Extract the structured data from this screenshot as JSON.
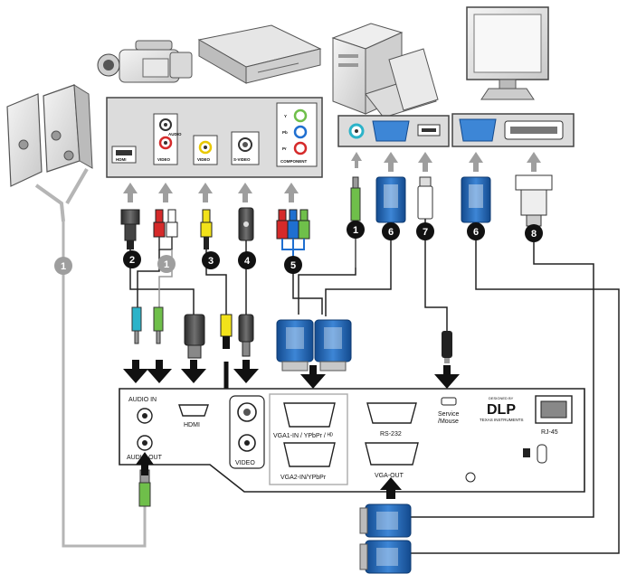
{
  "source_panel": {
    "hdmi": "HDMI",
    "video": "VIDEO",
    "audio": "AUDIO",
    "video2": "VIDEO",
    "svideo": "S-VIDEO",
    "component": "COMPONENT",
    "y": "Y",
    "pb": "Pb",
    "pr": "Pr"
  },
  "projector": {
    "audio_in": "AUDIO IN",
    "audio_out": "AUDIO OUT",
    "hdmi": "HDMI",
    "video": "VIDEO",
    "vga1": "VGA1-IN / YPbPr / ᴴᴰ",
    "vga2": "VGA2-IN/YPbPr",
    "rs232": "RS-232",
    "vga_out": "VGA-OUT",
    "service": "Service",
    "mouse": "/Mouse",
    "dlp_small": "DESIGNED BY",
    "dlp": "DLP",
    "ti": "TEXAS INSTRUMENTS",
    "rj45": "RJ-45"
  },
  "callouts": {
    "c1a": "1",
    "c1b": "1",
    "c1c": "1",
    "c2": "2",
    "c3": "3",
    "c4": "4",
    "c5": "5",
    "c6a": "6",
    "c6b": "6",
    "c7": "7",
    "c8": "8"
  },
  "colors": {
    "cable_blue": "#1f5fb0",
    "port_grey": "#8a8a8a",
    "audio_cyan": "#2bb3c9",
    "audio_green": "#6fbf4a",
    "rca_yellow": "#f2e21a",
    "rca_red": "#d52a2a"
  }
}
